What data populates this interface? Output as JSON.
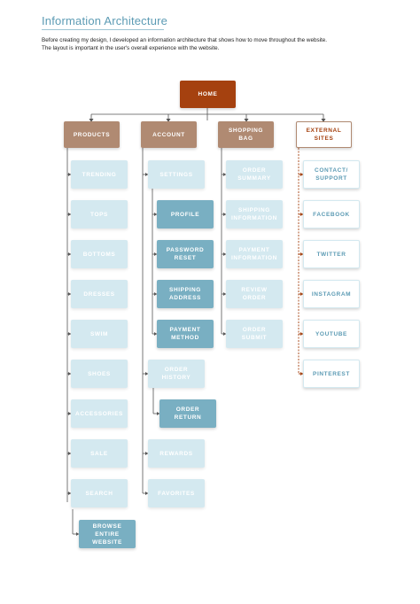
{
  "header": {
    "title": "Information Architecture",
    "intro_line1": "Before creating my design, I developed an information architecture that shows how to move throughout the website.",
    "intro_line2": "The layout is important in the user's overall experience with the website."
  },
  "home": {
    "label": "HOME"
  },
  "categories": {
    "products": "PRODUCTS",
    "account": "ACCOUNT",
    "shopping_bag": "SHOPPING\nBAG",
    "external_sites": "EXTERNAL\nSITES"
  },
  "products": {
    "trending": "TRENDING",
    "tops": "TOPS",
    "bottoms": "BOTTOMS",
    "dresses": "DRESSES",
    "swim": "SWIM",
    "shoes": "SHOES",
    "accessories": "ACCESSORIES",
    "sale": "SALE",
    "search": "SEARCH",
    "browse_entire_website": "BROWSE\nENTIRE\nWEBSITE"
  },
  "account": {
    "settings": "SETTINGS",
    "profile": "PROFILE",
    "password_reset": "PASSWORD\nRESET",
    "shipping_address": "SHIPPING\nADDRESS",
    "payment_method": "PAYMENT\nMETHOD",
    "order_history": "ORDER\nHISTORY",
    "order_return": "ORDER\nRETURN",
    "rewards": "REWARDS",
    "favorites": "FAVORITES"
  },
  "shopping_bag": {
    "order_summary": "ORDER\nSUMMARY",
    "shipping_information": "SHIPPING\nINFORMATION",
    "payment_information": "PAYMENT\nINFORMATION",
    "review_order": "REVIEW\nORDER",
    "order_submit": "ORDER\nSUBMIT"
  },
  "external_sites": {
    "contact_support": "CONTACT/\nSUPPORT",
    "facebook": "FACEBOOK",
    "twitter": "TWITTER",
    "instagram": "INSTAGRAM",
    "youtube": "YOUTUBE",
    "pinterest": "PINTEREST"
  },
  "colors": {
    "home": "#a5410f",
    "category": "#b08a72",
    "light_node": "#d4e9f0",
    "dark_node": "#79afc2",
    "title": "#5c9bb4"
  }
}
